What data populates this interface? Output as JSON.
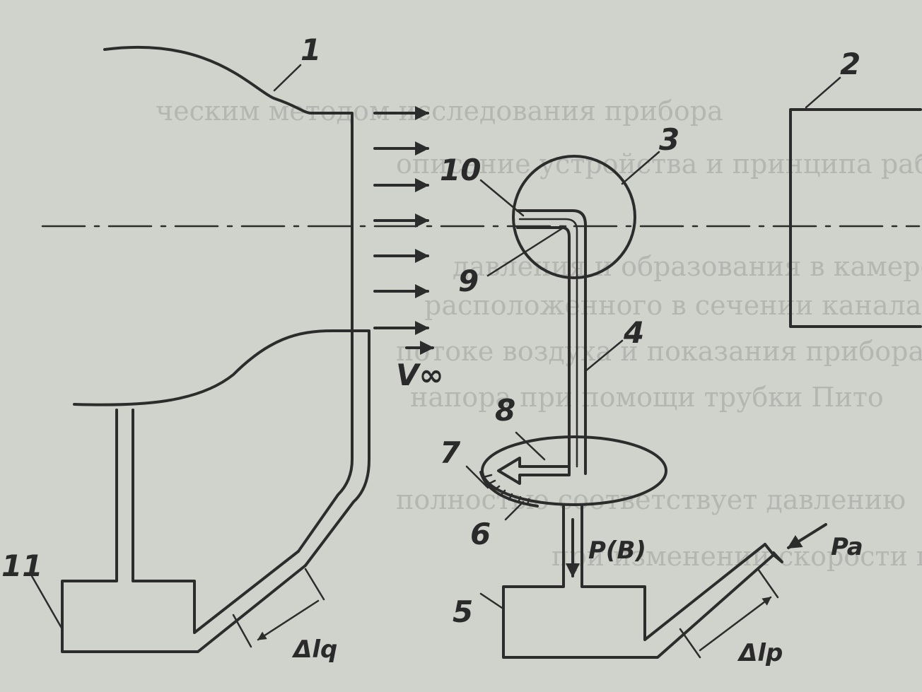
{
  "labels": {
    "l1": "1",
    "l2": "2",
    "l3": "3",
    "l4": "4",
    "l5": "5",
    "l6": "6",
    "l7": "7",
    "l8": "8",
    "l9": "9",
    "l10": "10",
    "l11": "11",
    "v_inf": "V∞",
    "p_b": "P(B)",
    "p_a": "Pa",
    "dl_q": "Δlq",
    "dl_p": "Δlp"
  },
  "background_text": [
    "ческим методом исследования прибора",
    "описание устройства и принципа работы",
    "давления и образования в камере",
    "расположенного в сечении канала",
    "потоке воздуха и показания прибора",
    "напора при помощи трубки Пито",
    "полностью соответствует давлению",
    "при изменении скорости потока"
  ],
  "colors": {
    "ink": "#2c2c2c",
    "paper": "#cfd3cb"
  }
}
